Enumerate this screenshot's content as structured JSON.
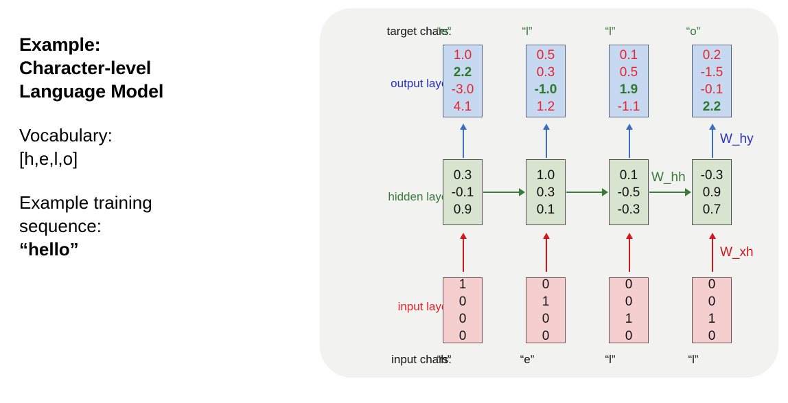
{
  "left_panel": {
    "title_lines": [
      "Example:",
      "Character-level",
      "Language Model"
    ],
    "vocabulary_label": "Vocabulary:",
    "vocabulary_value": "[h,e,l,o]",
    "sequence_label_line1": "Example training",
    "sequence_label_line2": "sequence:",
    "sequence_value": "“hello”"
  },
  "diagram": {
    "row_labels": {
      "target_chars": "target chars:",
      "output_layer": "output layer",
      "hidden_layer": "hidden layer",
      "input_layer": "input layer",
      "input_chars": "input chars:"
    },
    "weights": {
      "w_hy": "W_hy",
      "w_hh": "W_hh",
      "w_xh": "W_xh"
    },
    "target_chars": [
      "“e”",
      "“l”",
      "“l”",
      "“o”"
    ],
    "input_chars": [
      "“h”",
      "“e”",
      "“l”",
      "“l”"
    ],
    "output_layer": [
      {
        "values": [
          "1.0",
          "2.2",
          "-3.0",
          "4.1"
        ],
        "highlight_index": 1
      },
      {
        "values": [
          "0.5",
          "0.3",
          "-1.0",
          "1.2"
        ],
        "highlight_index": 2
      },
      {
        "values": [
          "0.1",
          "0.5",
          "1.9",
          "-1.1"
        ],
        "highlight_index": 2
      },
      {
        "values": [
          "0.2",
          "-1.5",
          "-0.1",
          "2.2"
        ],
        "highlight_index": 3
      }
    ],
    "hidden_layer": [
      {
        "values": [
          "0.3",
          "-0.1",
          "0.9"
        ]
      },
      {
        "values": [
          "1.0",
          "0.3",
          "0.1"
        ]
      },
      {
        "values": [
          "0.1",
          "-0.5",
          "-0.3"
        ]
      },
      {
        "values": [
          "-0.3",
          "0.9",
          "0.7"
        ]
      }
    ],
    "input_layer": [
      {
        "values": [
          "1",
          "0",
          "0",
          "0"
        ]
      },
      {
        "values": [
          "0",
          "1",
          "0",
          "0"
        ]
      },
      {
        "values": [
          "0",
          "0",
          "1",
          "0"
        ]
      },
      {
        "values": [
          "0",
          "0",
          "1",
          "0"
        ]
      }
    ],
    "colors": {
      "panel_bg": "#f2f2f0",
      "output_box_fill": "#c6d9f1",
      "hidden_box_fill": "#d8e4d0",
      "input_box_fill": "#f5cfcf",
      "output_label": "#2630c0",
      "hidden_label": "#3b7a3b",
      "input_label": "#e8232a",
      "value_red": "#e8232a",
      "value_green": "#2a7a2a",
      "target_char": "#2f7a33",
      "arrow_blue": "#3a6fc4",
      "arrow_green": "#3b7a3b",
      "arrow_red": "#d0171c"
    }
  }
}
